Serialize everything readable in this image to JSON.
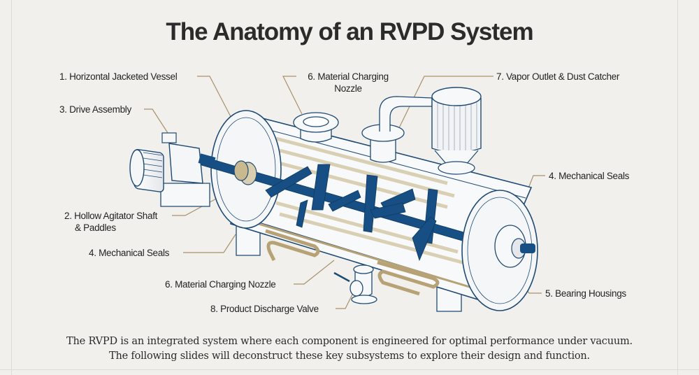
{
  "title": "The Anatomy of an RVPD System",
  "colors": {
    "background": "#f1f0ec",
    "outline": "#1f4a74",
    "agitator": "#174f84",
    "jacket_coil": "#c9b98f",
    "leader_line": "#a8916a",
    "text": "#222222"
  },
  "labels": {
    "vessel": "1. Horizontal Jacketed Vessel",
    "drive": "3. Drive Assembly",
    "nozzle_top_line1": "6. Material Charging",
    "nozzle_top_line2": "Nozzle",
    "vapor": "7. Vapor Outlet & Dust Catcher",
    "seals_right": "4. Mechanical Seals",
    "shaft_line1": "2. Hollow Agitator Shaft",
    "shaft_line2": "& Paddles",
    "seals_left": "4. Mechanical Seals",
    "nozzle_bottom": "6. Material Charging Nozzle",
    "discharge": "8. Product Discharge Valve",
    "bearing": "5. Bearing Housings"
  },
  "caption": {
    "line1": "The RVPD is an integrated system where each component is engineered for optimal performance under vacuum.",
    "line2": "The following slides will deconstruct these key subsystems to explore their design and function."
  }
}
